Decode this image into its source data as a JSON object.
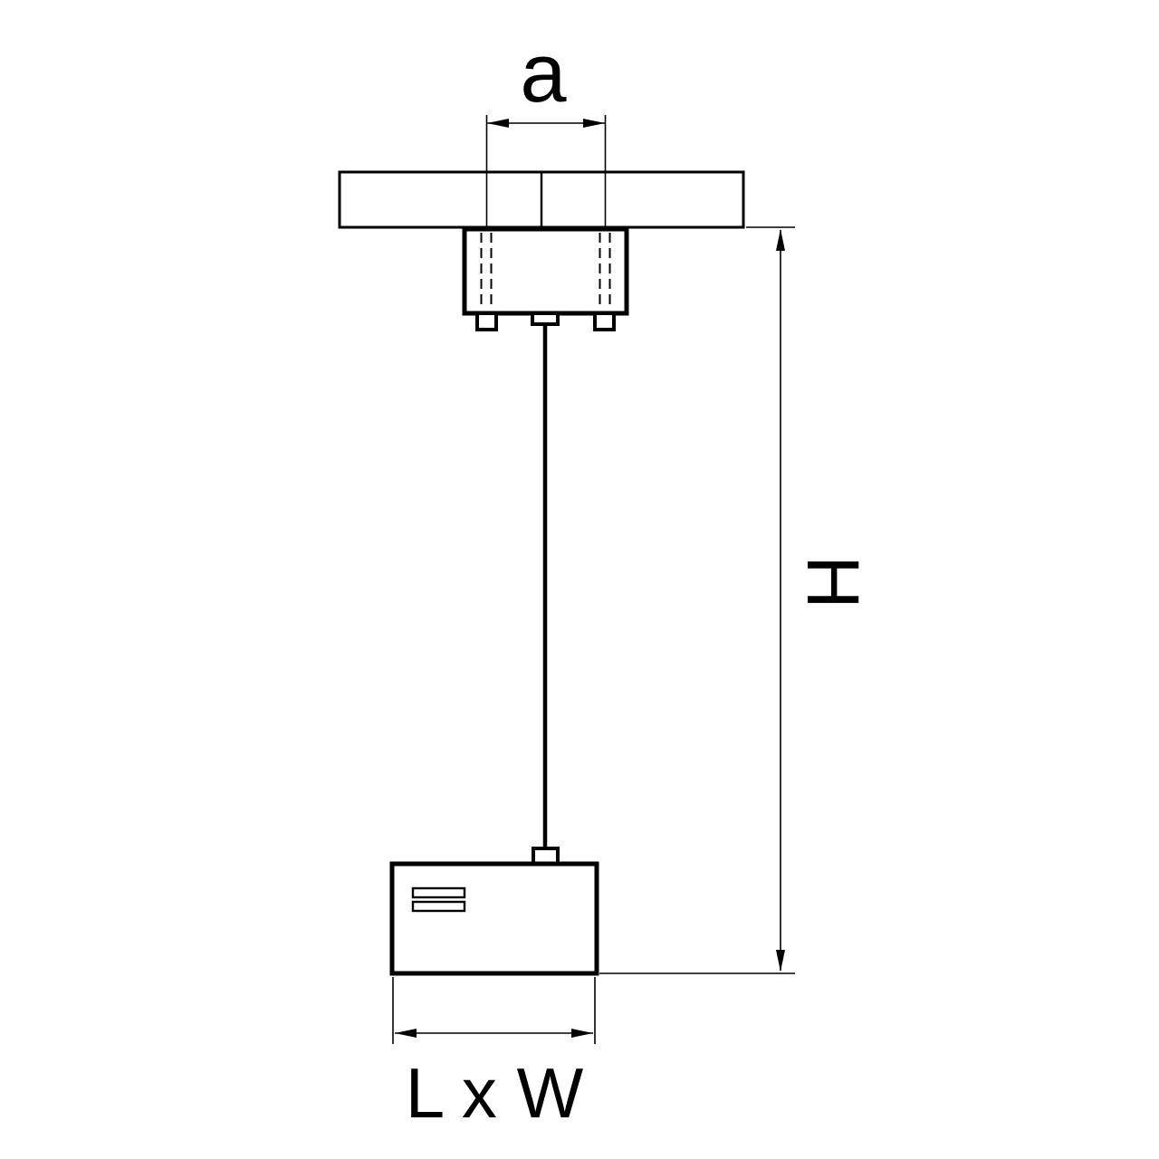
{
  "diagram": {
    "type": "technical-drawing",
    "subject": "pendant luminaire suspension and mounting dimension diagram",
    "labels": {
      "a": "a",
      "h": "H",
      "lxw": "L x W"
    },
    "colors": {
      "line": "#000000",
      "background": "#ffffff"
    }
  }
}
